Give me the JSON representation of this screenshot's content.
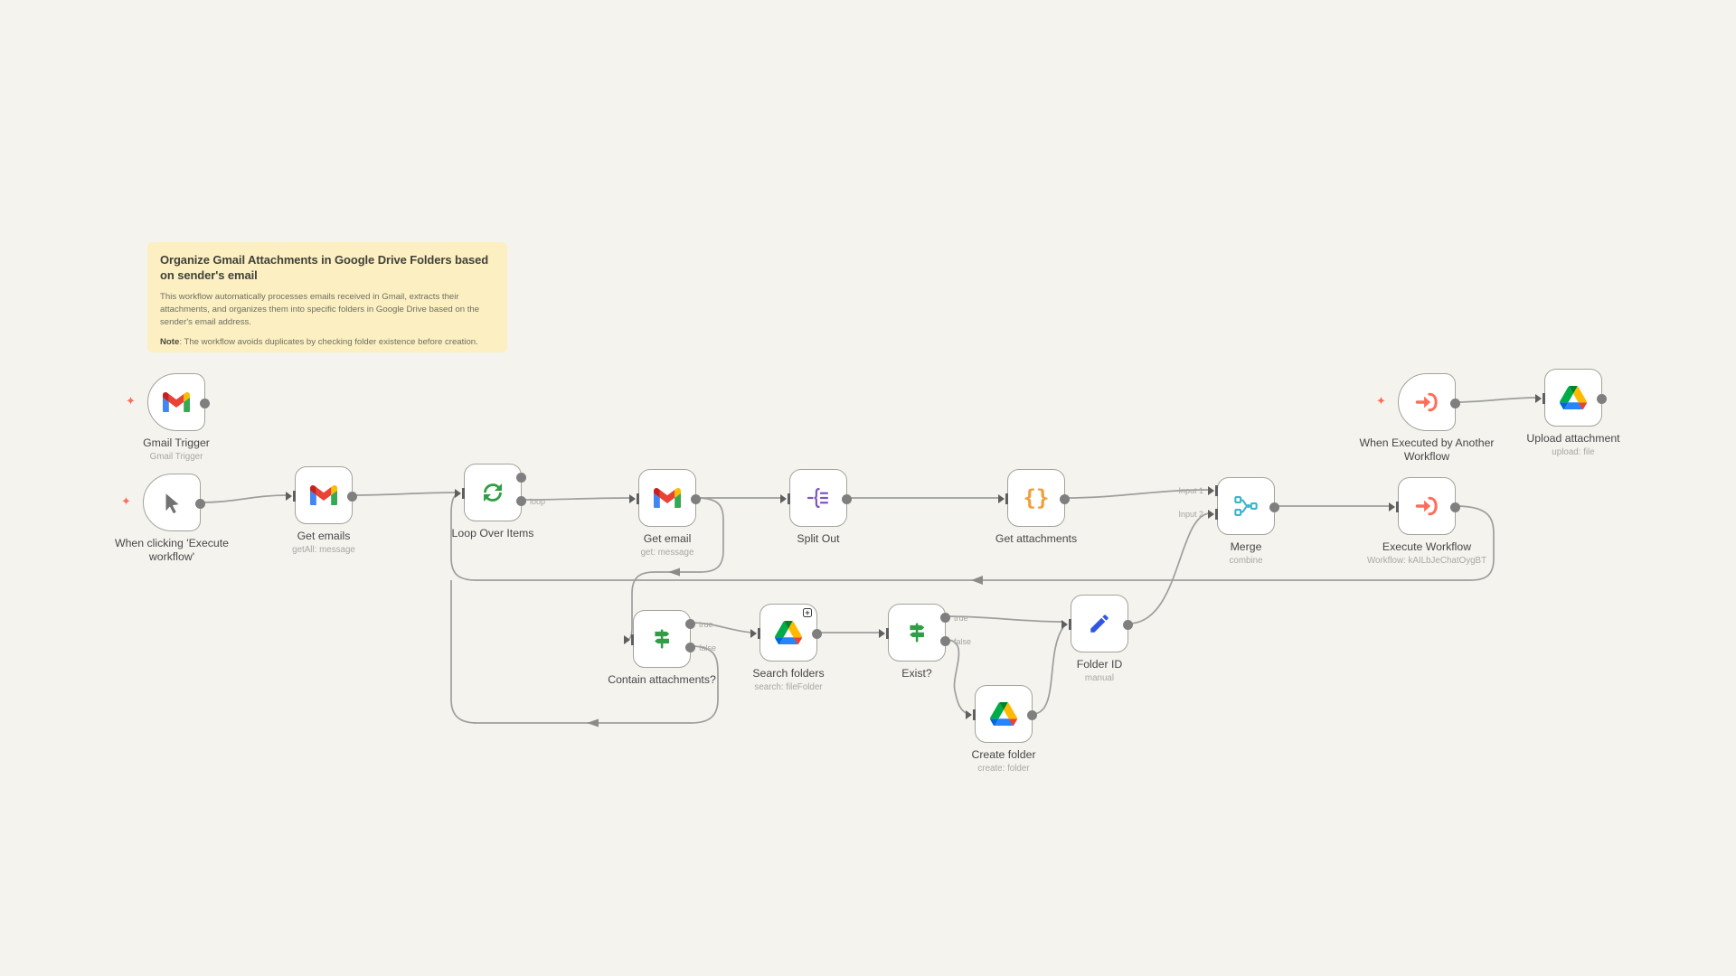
{
  "sticky_note": {
    "title": "Organize Gmail Attachments in Google Drive Folders based on sender's email",
    "body": "This workflow automatically processes emails received in Gmail, extracts their attachments, and organizes them into specific folders in Google Drive based on the sender's email address.",
    "note_label": "Note",
    "note_text": ": The workflow avoids duplicates by checking folder existence before creation."
  },
  "nodes": [
    {
      "id": "gmail-trigger",
      "label": "Gmail Trigger",
      "sublabel": "Gmail Trigger",
      "icon": "gmail-icon",
      "type": "trigger"
    },
    {
      "id": "when-clicking-execute-workflow",
      "label": "When clicking 'Execute workflow'",
      "sublabel": "",
      "icon": "cursor-icon",
      "type": "trigger"
    },
    {
      "id": "get-emails",
      "label": "Get emails",
      "sublabel": "getAll: message",
      "icon": "gmail-icon",
      "type": "action"
    },
    {
      "id": "loop-over-items",
      "label": "Loop Over Items",
      "sublabel": "",
      "icon": "loop-icon",
      "type": "action",
      "output_labels": [
        "",
        "loop"
      ]
    },
    {
      "id": "get-email",
      "label": "Get email",
      "sublabel": "get: message",
      "icon": "gmail-icon",
      "type": "action"
    },
    {
      "id": "split-out",
      "label": "Split Out",
      "sublabel": "",
      "icon": "split-out-icon",
      "type": "action"
    },
    {
      "id": "get-attachments",
      "label": "Get attachments",
      "sublabel": "",
      "icon": "code-braces-icon",
      "type": "action"
    },
    {
      "id": "merge",
      "label": "Merge",
      "sublabel": "combine",
      "icon": "merge-icon",
      "type": "action",
      "input_labels": [
        "Input 1",
        "Input 2"
      ]
    },
    {
      "id": "execute-workflow",
      "label": "Execute Workflow",
      "sublabel": "Workflow: kAILbJeChatOygBT",
      "icon": "workflow-arrow-icon",
      "type": "action"
    },
    {
      "id": "contain-attachments",
      "label": "Contain attachments?",
      "sublabel": "",
      "icon": "if-signpost-icon",
      "type": "action",
      "output_labels": [
        "true",
        "false"
      ]
    },
    {
      "id": "search-folders",
      "label": "Search folders",
      "sublabel": "search: fileFolder",
      "icon": "google-drive-icon",
      "type": "action"
    },
    {
      "id": "exist",
      "label": "Exist?",
      "sublabel": "",
      "icon": "if-signpost-icon",
      "type": "action",
      "output_labels": [
        "true",
        "false"
      ]
    },
    {
      "id": "folder-id",
      "label": "Folder ID",
      "sublabel": "manual",
      "icon": "pencil-icon",
      "type": "action"
    },
    {
      "id": "create-folder",
      "label": "Create folder",
      "sublabel": "create: folder",
      "icon": "google-drive-icon",
      "type": "action"
    },
    {
      "id": "when-executed-by-another-workflow",
      "label": "When Executed by Another Workflow",
      "sublabel": "",
      "icon": "workflow-arrow-icon",
      "type": "trigger"
    },
    {
      "id": "upload-attachment",
      "label": "Upload attachment",
      "sublabel": "upload: file",
      "icon": "google-drive-icon",
      "type": "action"
    }
  ],
  "colors": {
    "canvas": "#f4f3ee",
    "sticky": "#fcf0c2",
    "connector": "#9e9e9e",
    "accent_coral": "#ff6d5a",
    "green": "#2f9e44",
    "purple": "#7e57c2",
    "orange": "#eda03c",
    "teal": "#3bb5c9",
    "blue": "#3056e3"
  }
}
